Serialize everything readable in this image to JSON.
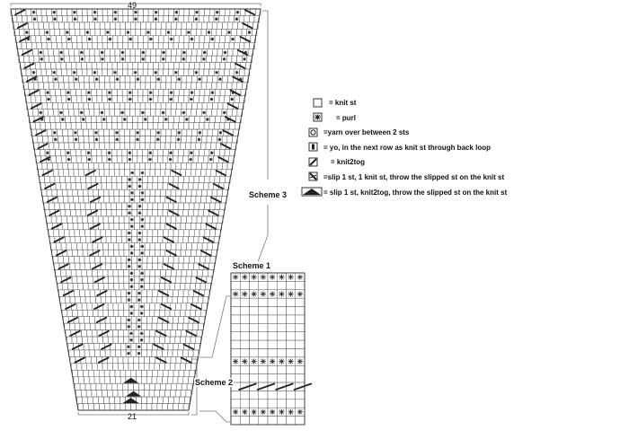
{
  "chart_top_stitch_count": "49",
  "chart_bottom_stitch_count": "21",
  "scheme_labels": {
    "scheme1": "Scheme 1",
    "scheme2": "Scheme 2",
    "scheme3": "Scheme 3"
  },
  "legend": [
    {
      "symbol": "knit",
      "text": "= knit st"
    },
    {
      "symbol": "purl",
      "text": "= purl"
    },
    {
      "symbol": "yo",
      "text": "=yarn over between 2 sts"
    },
    {
      "symbol": "yo-tbl",
      "text": "= yo, in the next row as knit st through back loop"
    },
    {
      "symbol": "k2tog",
      "text": "= knit2tog"
    },
    {
      "symbol": "skp",
      "text": "=slip 1 st, 1 knit st, throw the slipped st on the knit st"
    },
    {
      "symbol": "sk2p",
      "text": "= slip 1 st, knit2tog, throw the slipped st on the knit st"
    }
  ],
  "colors": {
    "grid": "#555555",
    "symbol": "#222222",
    "background": "#ffffff"
  }
}
